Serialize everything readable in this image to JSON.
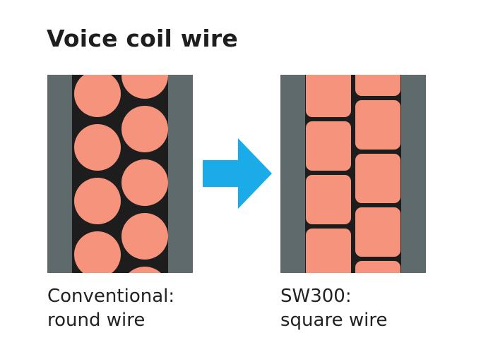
{
  "title": "Voice coil wire",
  "colors": {
    "wire": "#f6937c",
    "core": "#1d1d1d",
    "side_bar": "#5f6a6c",
    "arrow": "#1aabe8",
    "text": "#1e1e1e"
  },
  "panels": [
    {
      "id": "conventional",
      "wire_shape": "round",
      "caption_line1": "Conventional:",
      "caption_line2": "round wire"
    },
    {
      "id": "sw300",
      "wire_shape": "square",
      "caption_line1": "SW300:",
      "caption_line2": "square wire"
    }
  ],
  "arrow_icon": "right-arrow-icon"
}
